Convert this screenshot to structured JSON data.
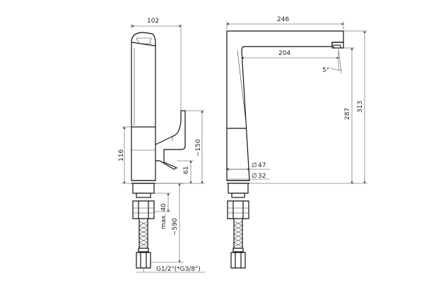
{
  "dimensions": {
    "side_width": "102",
    "front_width": "246",
    "reach": "204",
    "angle": "5°",
    "total_height": "313",
    "spout_height": "287",
    "lever_height": "116",
    "lever_offset": "~150",
    "base_gap": "61",
    "max_thickness": "max. 40",
    "hose_length": "~590",
    "body_diameter": "47",
    "thread_diameter": "32",
    "thread_size": "G1/2\"(*G3/8\")"
  },
  "symbols": {
    "diameter": "∅"
  },
  "colors": {
    "line": "#111111",
    "background": "#ffffff"
  }
}
